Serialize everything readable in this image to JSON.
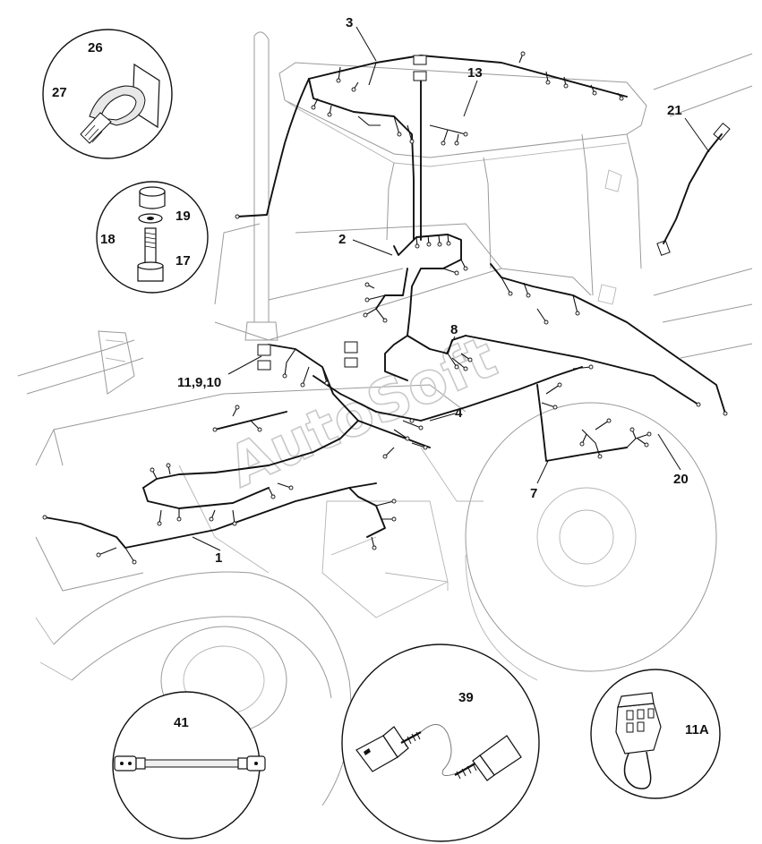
{
  "watermark": "AutoSoft",
  "callouts": {
    "c1": "1",
    "c2": "2",
    "c3": "3",
    "c4": "4",
    "c7": "7",
    "c8": "8",
    "c13": "13",
    "c17": "17",
    "c18": "18",
    "c19": "19",
    "c20": "20",
    "c21": "21",
    "c26": "26",
    "c27": "27",
    "c39": "39",
    "c41": "41",
    "c11_9_10": "11,9,10",
    "c11a": "11A"
  }
}
